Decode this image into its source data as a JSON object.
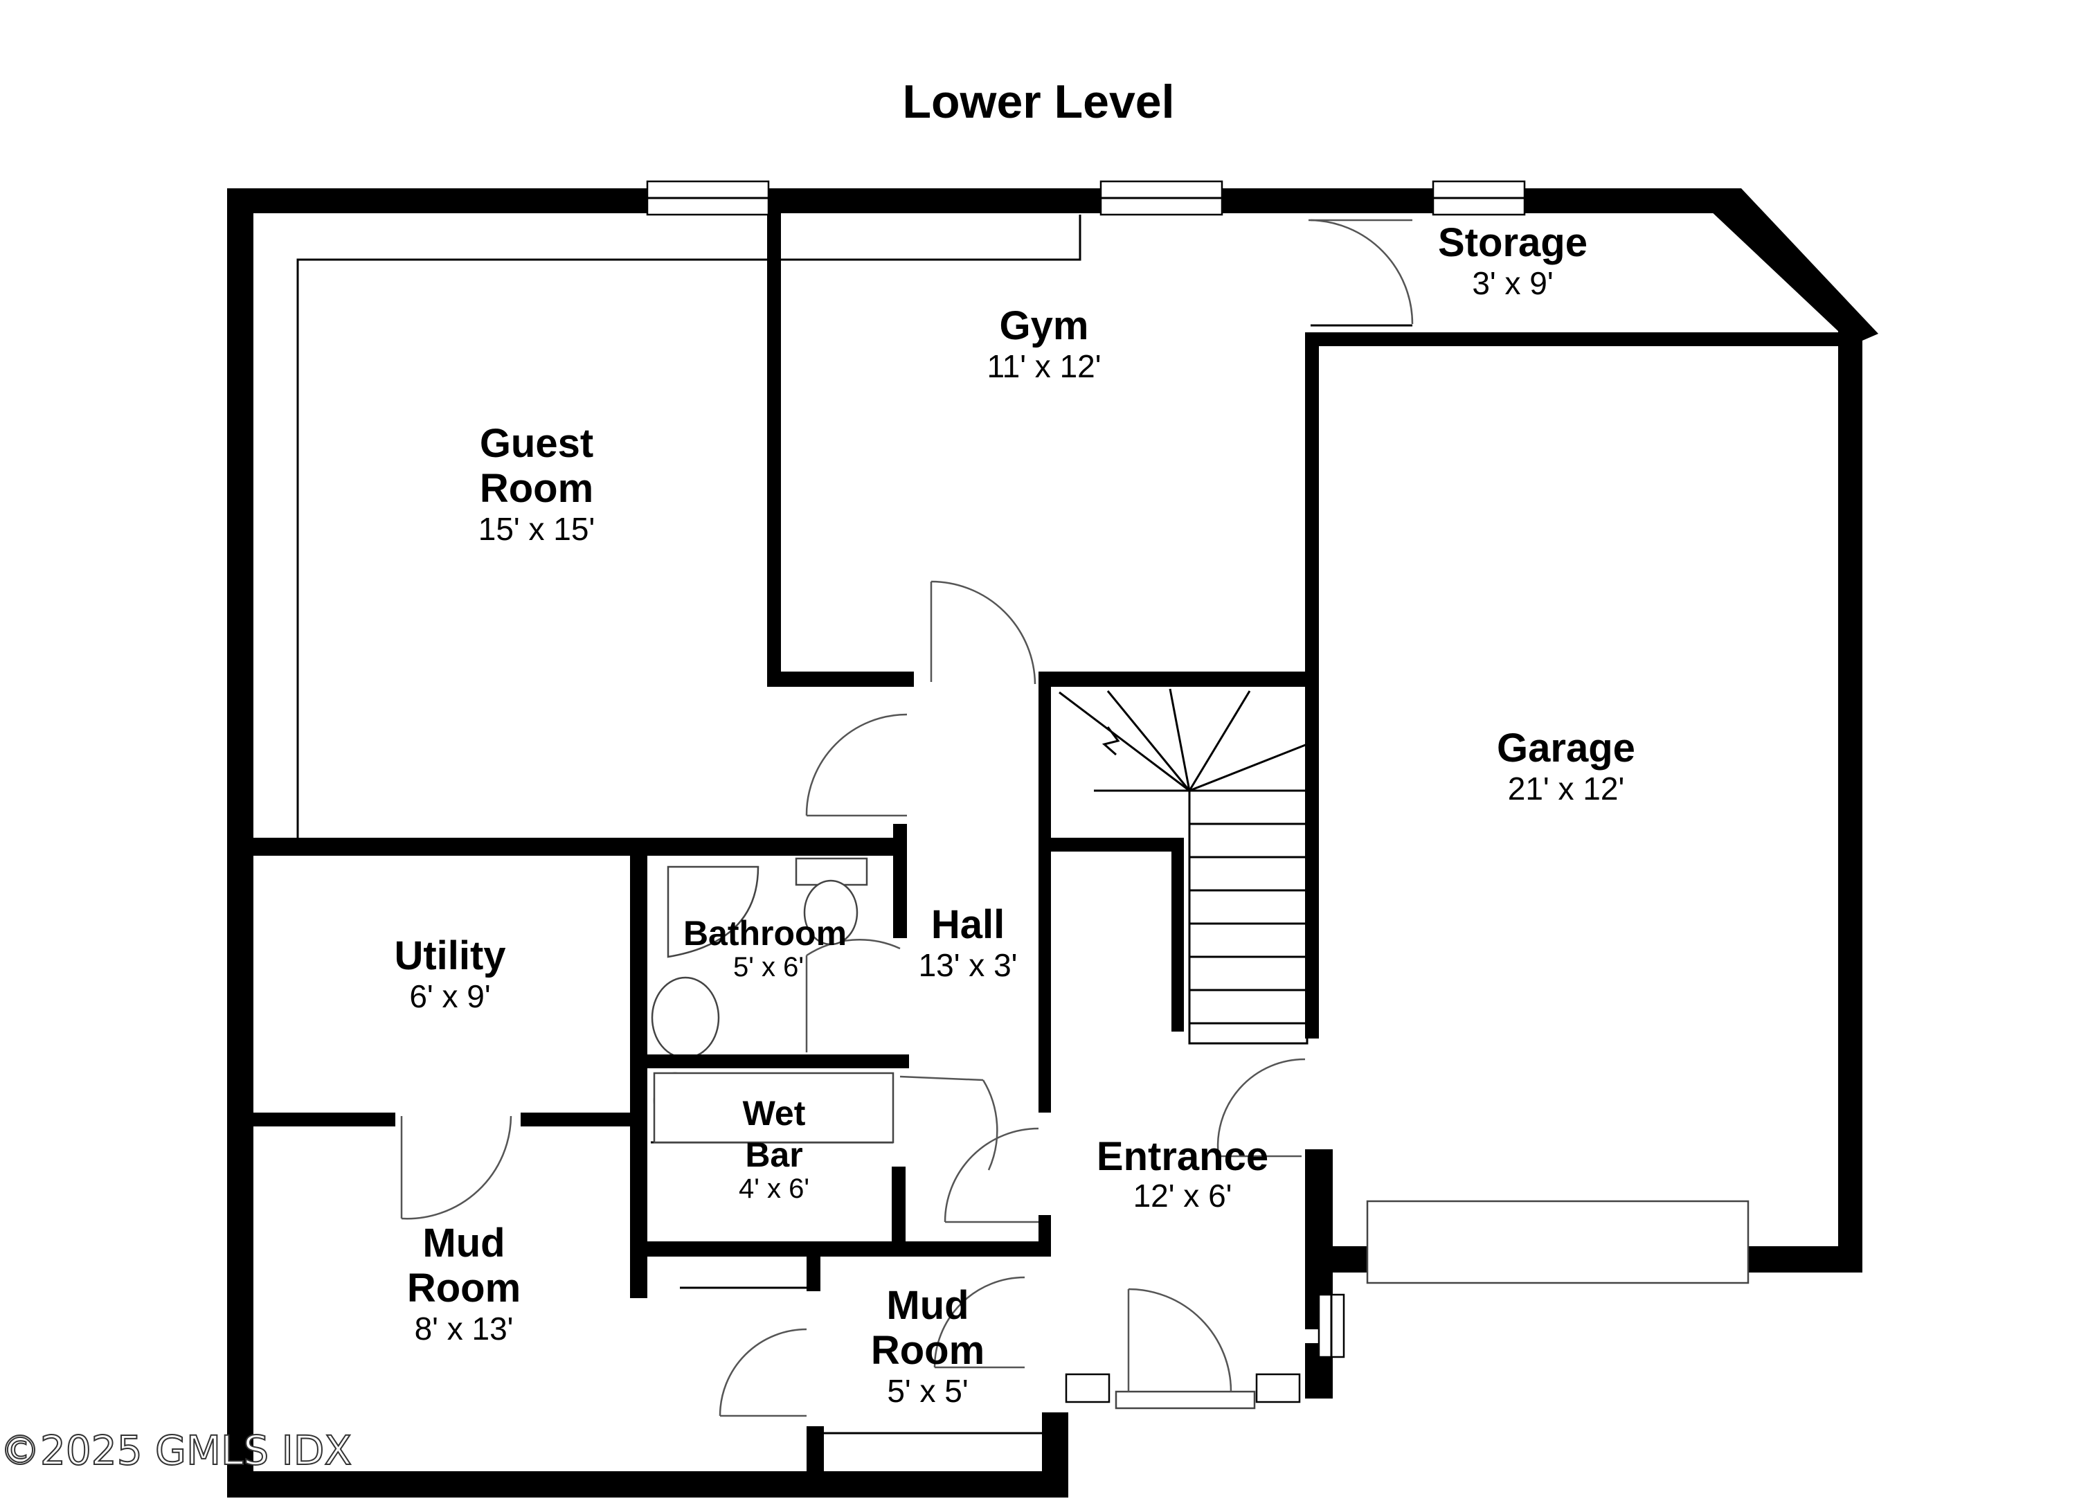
{
  "title": "Lower Level",
  "watermark": "©2025 GMLS IDX",
  "rooms": {
    "storage": {
      "name": "Storage",
      "dims": "3' x 9'"
    },
    "gym": {
      "name": "Gym",
      "dims": "11' x 12'"
    },
    "guest_room": {
      "name_line1": "Guest",
      "name_line2": "Room",
      "dims": "15' x 15'"
    },
    "garage": {
      "name": "Garage",
      "dims": "21' x 12'"
    },
    "utility": {
      "name": "Utility",
      "dims": "6' x 9'"
    },
    "bathroom": {
      "name": "Bathroom",
      "dims": "5' x 6'"
    },
    "hall": {
      "name": "Hall",
      "dims": "13' x 3'"
    },
    "wet_bar": {
      "name_line1": "Wet",
      "name_line2": "Bar",
      "dims": "4' x 6'"
    },
    "entrance": {
      "name": "Entrance",
      "dims": "12' x 6'"
    },
    "mud_room_large": {
      "name_line1": "Mud",
      "name_line2": "Room",
      "dims": "8' x 13'"
    },
    "mud_room_small": {
      "name_line1": "Mud",
      "name_line2": "Room",
      "dims": "5' x 5'"
    }
  }
}
